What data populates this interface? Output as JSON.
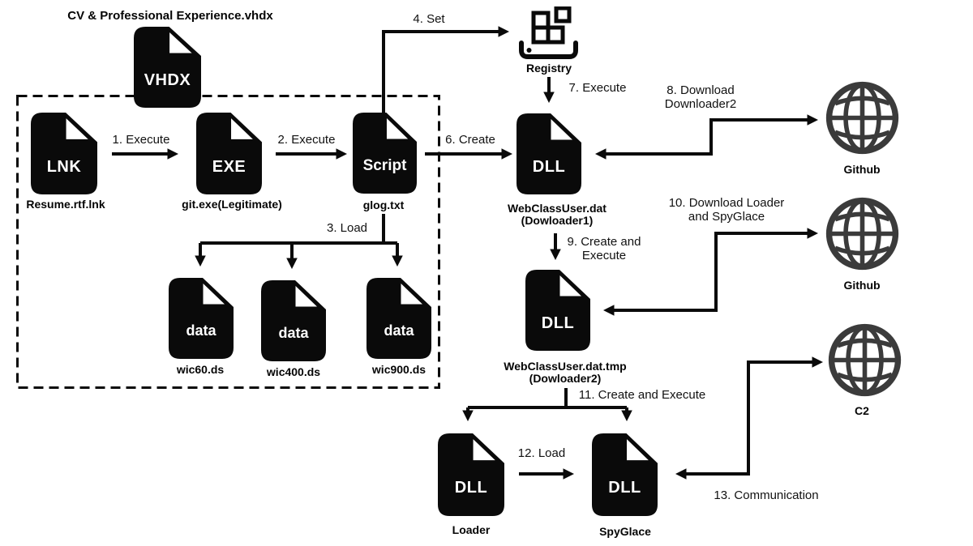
{
  "title": "CV & Professional Experience.vhdx",
  "colors": {
    "ink": "#0a0a0a",
    "globe_stroke": "#3b3b3b",
    "background": "#ffffff",
    "icon_text": "#ffffff"
  },
  "nodes": {
    "vhdx": {
      "icon_text": "VHDX"
    },
    "lnk": {
      "icon_text": "LNK",
      "label": "Resume.rtf.lnk"
    },
    "exe": {
      "icon_text": "EXE",
      "label": "git.exe(Legitimate)"
    },
    "script": {
      "icon_text": "Script",
      "label": "glog.txt"
    },
    "registry": {
      "label": "Registry"
    },
    "dll_downloader1": {
      "icon_text": "DLL",
      "label": "WebClassUser.dat",
      "sublabel": "(Dowloader1)"
    },
    "dll_downloader2": {
      "icon_text": "DLL",
      "label": "WebClassUser.dat.tmp",
      "sublabel": "(Dowloader2)"
    },
    "data1": {
      "icon_text": "data",
      "label": "wic60.ds"
    },
    "data2": {
      "icon_text": "data",
      "label": "wic400.ds"
    },
    "data3": {
      "icon_text": "data",
      "label": "wic900.ds"
    },
    "loader": {
      "icon_text": "DLL",
      "label": "Loader"
    },
    "spyglace": {
      "icon_text": "DLL",
      "label": "SpyGlace"
    },
    "github1": {
      "label": "Github"
    },
    "github2": {
      "label": "Github"
    },
    "c2": {
      "label": "C2"
    }
  },
  "steps": {
    "step1": "1. Execute",
    "step2": "2. Execute",
    "step3": "3. Load",
    "step4": "4. Set",
    "step6": "6. Create",
    "step7": "7. Execute",
    "step8_line1": "8. Download",
    "step8_line2": "Downloader2",
    "step9_line1": "9. Create and",
    "step9_line2": "Execute",
    "step10_line1": "10. Download Loader",
    "step10_line2": "and SpyGlace",
    "step11": "11. Create and Execute",
    "step12": "12. Load",
    "step13": "13. Communication"
  }
}
